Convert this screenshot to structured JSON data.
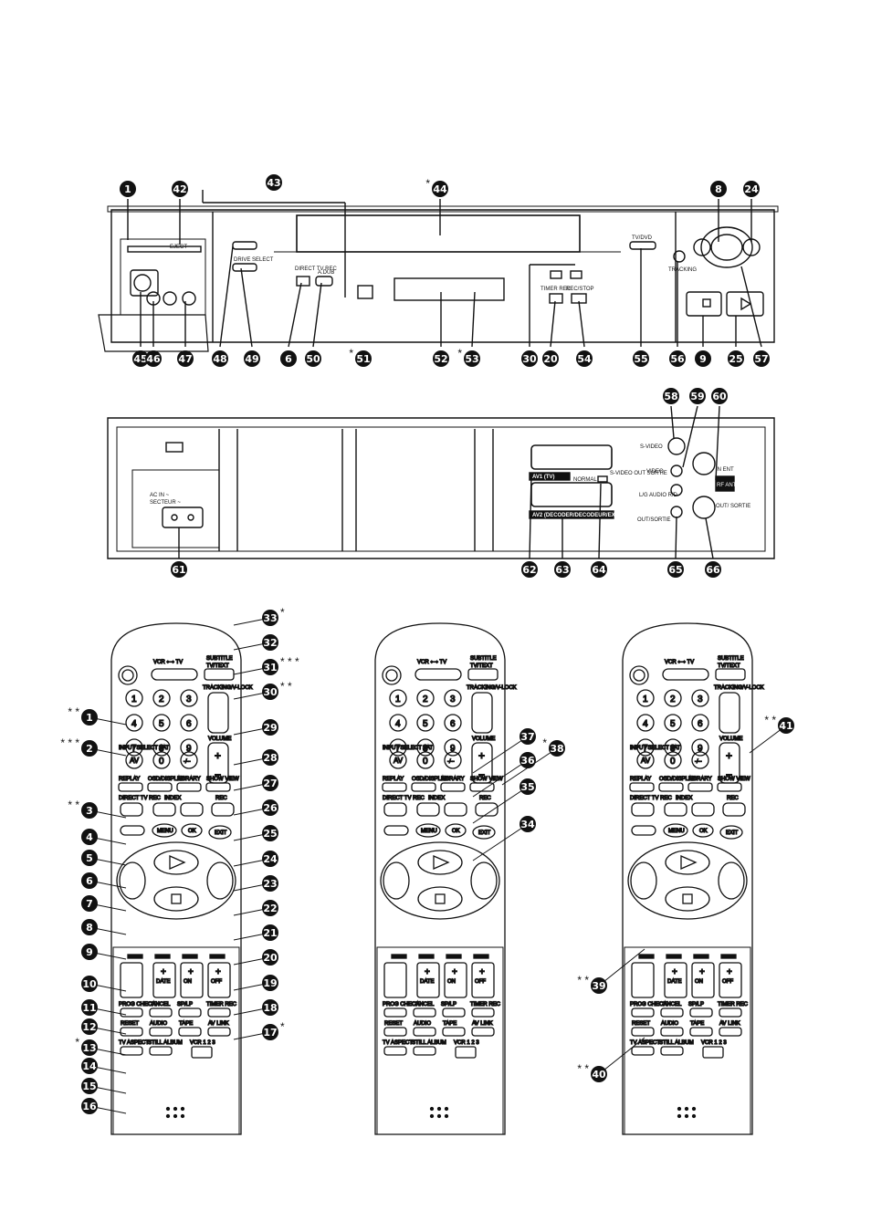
{
  "figure": {
    "front_panel": {
      "labels": {
        "eject": "EJECT",
        "drive_select": "DRIVE SELECT",
        "direct_tv_rec": "DIRECT TV REC",
        "a_dub": "A.DUB",
        "timer_rec": "TIMER REC",
        "rec_stop": "REC/STOP",
        "tv_dvd": "TV/DVD",
        "tracking": "TRACKING"
      },
      "callouts": [
        {
          "num": "1",
          "star": ""
        },
        {
          "num": "42",
          "star": ""
        },
        {
          "num": "43",
          "star": ""
        },
        {
          "num": "44",
          "star": "*"
        },
        {
          "num": "8",
          "star": ""
        },
        {
          "num": "24",
          "star": ""
        },
        {
          "num": "45",
          "star": ""
        },
        {
          "num": "46",
          "star": ""
        },
        {
          "num": "47",
          "star": ""
        },
        {
          "num": "48",
          "star": ""
        },
        {
          "num": "49",
          "star": ""
        },
        {
          "num": "6",
          "star": ""
        },
        {
          "num": "50",
          "star": ""
        },
        {
          "num": "51",
          "star": "*"
        },
        {
          "num": "52",
          "star": ""
        },
        {
          "num": "53",
          "star": "*"
        },
        {
          "num": "30",
          "star": ""
        },
        {
          "num": "20",
          "star": ""
        },
        {
          "num": "54",
          "star": ""
        },
        {
          "num": "55",
          "star": ""
        },
        {
          "num": "56",
          "star": ""
        },
        {
          "num": "9",
          "star": ""
        },
        {
          "num": "25",
          "star": ""
        },
        {
          "num": "57",
          "star": ""
        }
      ]
    },
    "rear_panel": {
      "labels": {
        "ac_in": "AC IN ~",
        "secteur": "SECTEUR ~",
        "av1": "AV1 (TV)",
        "av2": "AV2 (DECODER/DECODEUR/EXT)",
        "normal": "NORMAL",
        "svideo_out": "S-VIDEO OUT SORTIE",
        "s_video": "S-VIDEO",
        "video": "VIDEO",
        "l_audio_r": "L/G AUDIO R/D",
        "out_sortie": "OUT/SORTIE",
        "rf_in": "IN ENT",
        "rf_ant": "RF ANT",
        "rf_out": "OUT/ SORTIE"
      },
      "callouts": [
        {
          "num": "58",
          "star": ""
        },
        {
          "num": "59",
          "star": ""
        },
        {
          "num": "60",
          "star": ""
        },
        {
          "num": "61",
          "star": ""
        },
        {
          "num": "62",
          "star": ""
        },
        {
          "num": "63",
          "star": ""
        },
        {
          "num": "64",
          "star": ""
        },
        {
          "num": "65",
          "star": ""
        },
        {
          "num": "66",
          "star": ""
        }
      ]
    },
    "remote": {
      "labels": {
        "vcr_tv": "VCR ⟷ TV",
        "subtitle": "SUBTITLE",
        "tv_text": "TV/TEXT",
        "tracking_vlock": "TRACKING/V-LOCK",
        "volume": "VOLUME",
        "input_select": "INPUT SELECT",
        "sat": "SAT",
        "av": "AV",
        "zero": "0",
        "dash": "-/--",
        "replay": "REPLAY",
        "osd_display": "OSD/DISPLAY",
        "library": "LIBRARY",
        "show_view": "SHOW VIEW",
        "direct_tv_rec": "DIRECT TV REC",
        "index": "INDEX",
        "rec": "REC",
        "menu": "MENU",
        "ok": "OK",
        "exit": "EXIT",
        "date": "DATE",
        "on": "ON",
        "off": "OFF",
        "prog_check": "PROG CHECK",
        "cancel": "CANCEL",
        "sp_lp": "SP/LP",
        "timer_rec": "TIMER REC",
        "reset": "RESET",
        "audio": "AUDIO",
        "tape": "TAPE",
        "av_link": "AV LINK",
        "tv_aspect": "TV ASPECT",
        "still_album": "STILL ALBUM",
        "vcr_switch": "VCR 1 2 3",
        "plus": "+",
        "minus": "−"
      },
      "digits": [
        "1",
        "2",
        "3",
        "4",
        "5",
        "6",
        "7",
        "8",
        "9"
      ],
      "callouts_left": [
        {
          "num": "33",
          "star": "*"
        },
        {
          "num": "32",
          "star": ""
        },
        {
          "num": "31",
          "star": "* * *"
        },
        {
          "num": "30",
          "star": "* *"
        },
        {
          "num": "1",
          "star": "* *"
        },
        {
          "num": "29",
          "star": ""
        },
        {
          "num": "2",
          "star": "* * *"
        },
        {
          "num": "28",
          "star": ""
        },
        {
          "num": "27",
          "star": ""
        },
        {
          "num": "3",
          "star": "* *"
        },
        {
          "num": "26",
          "star": ""
        },
        {
          "num": "4",
          "star": ""
        },
        {
          "num": "25",
          "star": ""
        },
        {
          "num": "5",
          "star": ""
        },
        {
          "num": "24",
          "star": ""
        },
        {
          "num": "6",
          "star": ""
        },
        {
          "num": "7",
          "star": ""
        },
        {
          "num": "23",
          "star": ""
        },
        {
          "num": "8",
          "star": ""
        },
        {
          "num": "22",
          "star": ""
        },
        {
          "num": "9",
          "star": ""
        },
        {
          "num": "21",
          "star": ""
        },
        {
          "num": "20",
          "star": ""
        },
        {
          "num": "10",
          "star": ""
        },
        {
          "num": "19",
          "star": ""
        },
        {
          "num": "11",
          "star": ""
        },
        {
          "num": "18",
          "star": ""
        },
        {
          "num": "12",
          "star": ""
        },
        {
          "num": "17",
          "star": "*"
        },
        {
          "num": "13",
          "star": "*"
        },
        {
          "num": "14",
          "star": ""
        },
        {
          "num": "15",
          "star": ""
        },
        {
          "num": "16",
          "star": ""
        }
      ],
      "callouts_middle": [
        {
          "num": "37",
          "star": ""
        },
        {
          "num": "36",
          "star": ""
        },
        {
          "num": "38",
          "star": "*"
        },
        {
          "num": "35",
          "star": ""
        },
        {
          "num": "34",
          "star": ""
        }
      ],
      "callouts_right": [
        {
          "num": "41",
          "star": "* *"
        },
        {
          "num": "39",
          "star": "* *"
        },
        {
          "num": "40",
          "star": "* *"
        }
      ]
    }
  }
}
